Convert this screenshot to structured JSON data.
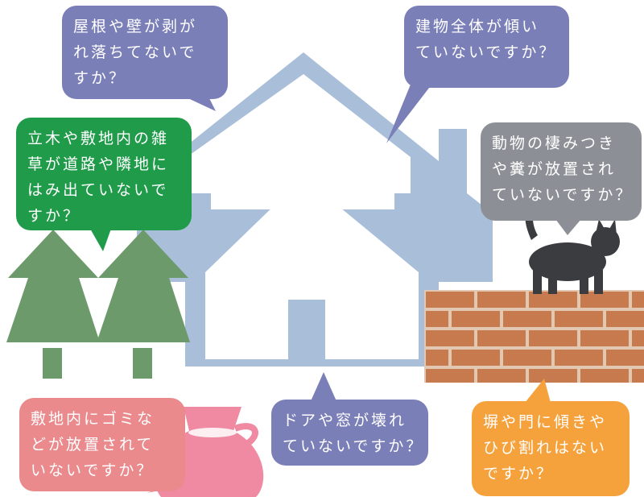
{
  "colors": {
    "house": "#a9bfd9",
    "tree": "#6d9a6b",
    "cat": "#3a3c40",
    "brick": "#c87a4f",
    "mortar": "#e2c7b2",
    "bag": "#ef8aa2"
  },
  "illustrations": {
    "house": "house-icon",
    "trees": "tree-icon",
    "cat": "cat-icon",
    "wall": "brick-wall-icon",
    "trash": "trash-bag-icon"
  },
  "bubbles": {
    "roof": {
      "lines": [
        "屋根や壁が剥が",
        "れ落ちてないで",
        "すか？"
      ]
    },
    "tilt": {
      "lines": [
        "建物全体が傾い",
        "ていないですか？"
      ]
    },
    "tree": {
      "lines": [
        "立木や敷地内の雑",
        "草が道路や隣地に",
        "はみ出ていないで",
        "すか？"
      ]
    },
    "animal": {
      "lines": [
        "動物の棲みつき",
        "や糞が放置され",
        "ていないですか？"
      ]
    },
    "door": {
      "lines": [
        "ドアや窓が壊れ",
        "ていないですか？"
      ]
    },
    "trash": {
      "lines": [
        "敷地内にゴミな",
        "どが放置されて",
        "いないですか？"
      ]
    },
    "fence": {
      "lines": [
        "塀や門に傾きや",
        "ひび割れはない",
        "ですか？"
      ]
    }
  }
}
